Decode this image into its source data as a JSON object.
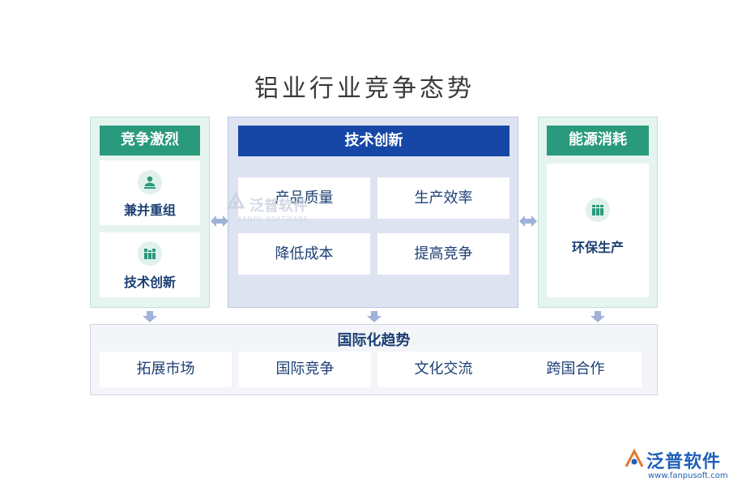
{
  "title": "铝业行业竞争态势",
  "left_panel": {
    "header": "竞争激烈",
    "cards": [
      {
        "label": "兼并重组",
        "icon": "person-stamp-icon"
      },
      {
        "label": "技术创新",
        "icon": "books-icon"
      }
    ]
  },
  "center_panel": {
    "header": "技术创新",
    "cells": [
      "产品质量",
      "生产效率",
      "降低成本",
      "提高竞争"
    ]
  },
  "right_panel": {
    "header": "能源消耗",
    "card": {
      "label": "环保生产",
      "icon": "books-icon"
    }
  },
  "bottom_panel": {
    "title": "国际化趋势",
    "cells": [
      "拓展市场",
      "国际竞争",
      "文化交流",
      "跨国合作"
    ]
  },
  "watermark": {
    "name": "泛普软件",
    "sub": "FANPU SOFTWARE"
  },
  "brand": {
    "name": "泛普软件",
    "url": "www.fanpusoft.com"
  },
  "colors": {
    "green": "#2a9a7c",
    "blue": "#1747a6",
    "text": "#1c3f73",
    "arrow": "#9fb3d8"
  }
}
